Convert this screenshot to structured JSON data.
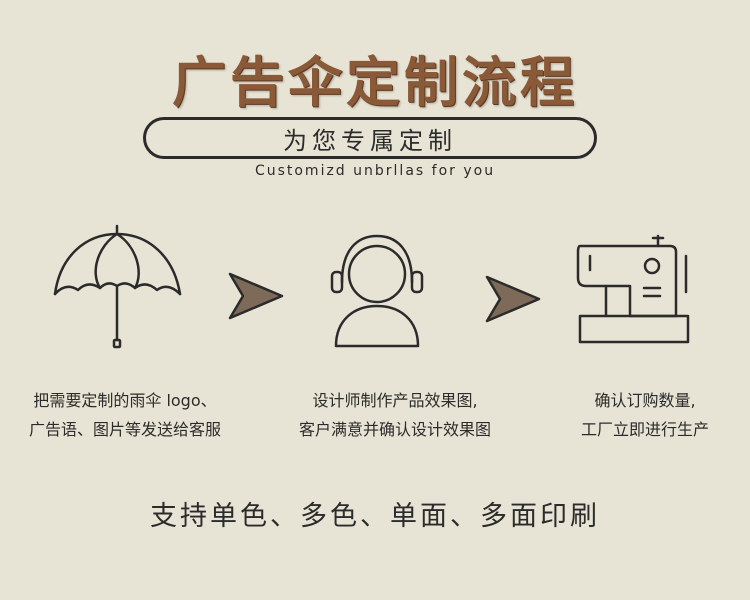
{
  "header": {
    "title": "广告伞定制流程",
    "badge": "为您专属定制",
    "subtitle": "Customizd unbrllas for you"
  },
  "steps": [
    {
      "icon": "umbrella-icon",
      "line1": "把需要定制的雨伞 logo、",
      "line2": "广告语、图片等发送给客服"
    },
    {
      "icon": "customer-service-icon",
      "line1": "设计师制作产品效果图,",
      "line2": "客户满意并确认设计效果图"
    },
    {
      "icon": "sewing-machine-icon",
      "line1": "确认订购数量,",
      "line2": "工厂立即进行生产"
    }
  ],
  "arrows": [
    "arrow-right-icon",
    "arrow-right-icon"
  ],
  "footer": {
    "text": "支持单色、多色、单面、多面印刷"
  },
  "colors": {
    "background": "#e8e4d5",
    "title": "#8a5a38",
    "arrow": "#7d6a59",
    "line": "#2b2b2b"
  }
}
